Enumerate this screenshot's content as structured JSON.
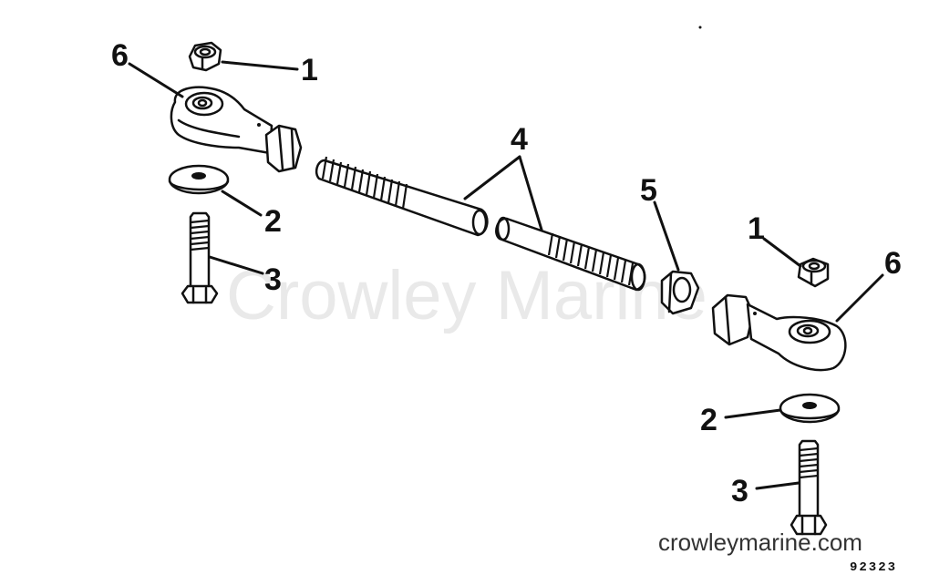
{
  "watermark": "Crowley Marine",
  "website": "crowleymarine.com",
  "figure_number": "92323",
  "callouts": {
    "left_nut": "1",
    "left_washer": "2",
    "left_bolt": "3",
    "tie_rod": "4",
    "jam_nut": "5",
    "left_rod_end": "6",
    "right_nut": "1",
    "right_washer": "2",
    "right_bolt": "3",
    "right_rod_end": "6"
  }
}
